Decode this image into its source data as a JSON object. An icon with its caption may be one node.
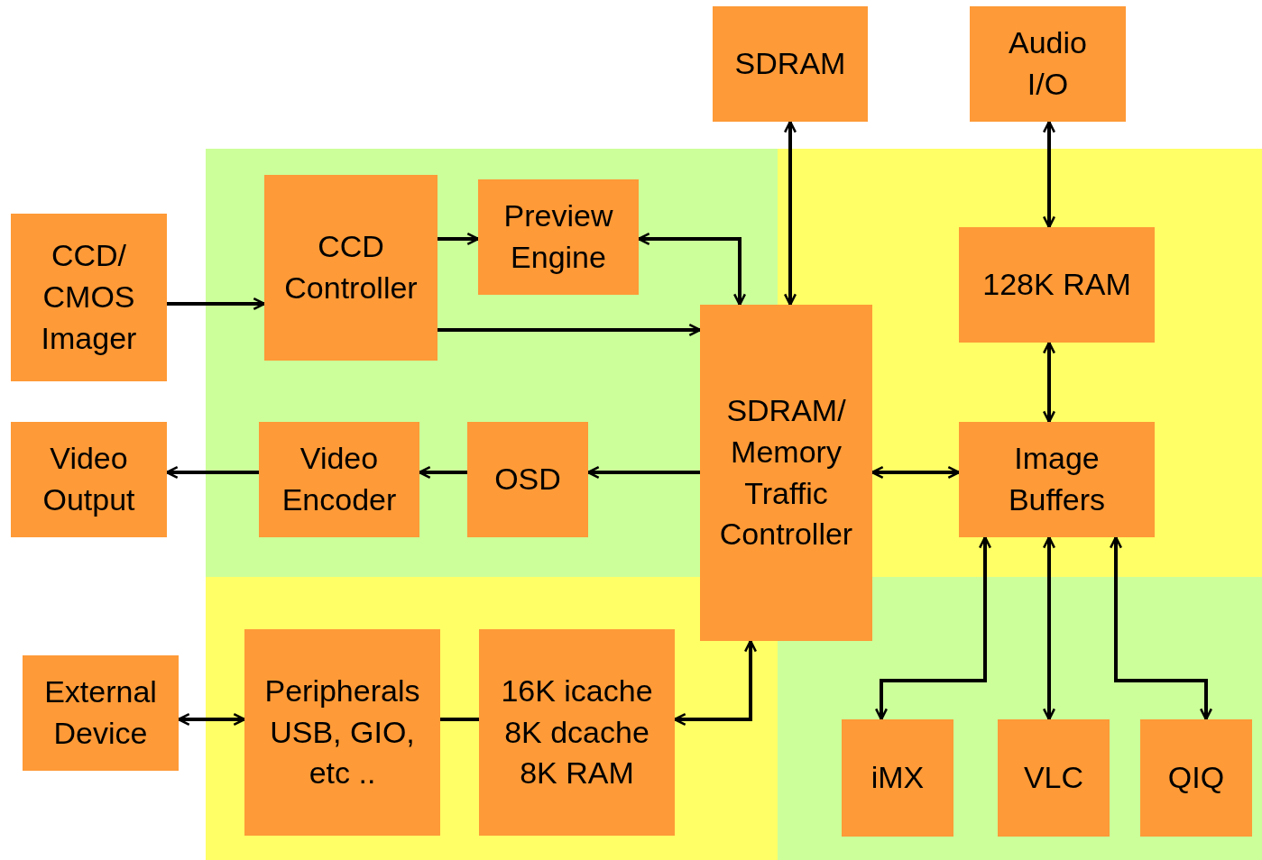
{
  "diagram": {
    "nodes": [
      {
        "text": [
          "SDRAM"
        ]
      },
      {
        "text": [
          "Audio I/O"
        ]
      },
      {
        "text": [
          "CCD/ CMOS Imager"
        ]
      },
      {
        "text": [
          "CCD Controller"
        ]
      },
      {
        "text": [
          "Preview Engine"
        ]
      },
      {
        "text": [
          "128K RAM"
        ]
      },
      {
        "text": [
          "SDRAM/ Memory Traffic Controller"
        ]
      },
      {
        "text": [
          "Video Output"
        ]
      },
      {
        "text": [
          "Video Encoder"
        ]
      },
      {
        "text": [
          "OSD"
        ]
      },
      {
        "text": [
          "Image Buffers"
        ]
      },
      {
        "text": [
          "External Device"
        ]
      },
      {
        "text": [
          "Peripherals USB, GIO, etc .."
        ]
      },
      {
        "text": [
          "16K icache 8K dcache 8K RAM"
        ]
      },
      {
        "text": [
          "iMX"
        ]
      },
      {
        "text": [
          "VLC"
        ]
      },
      {
        "text": [
          "QIQ"
        ]
      }
    ],
    "edges": [
      {
        "from": 2,
        "to": 3,
        "arrow": "to"
      },
      {
        "from": 3,
        "to": 4,
        "arrow": "to"
      },
      {
        "from": 6,
        "to": 4,
        "arrow": "both"
      },
      {
        "from": 3,
        "to": 6,
        "arrow": "to"
      },
      {
        "from": 0,
        "to": 6,
        "arrow": "both"
      },
      {
        "from": 1,
        "to": 5,
        "arrow": "both"
      },
      {
        "from": 5,
        "to": 10,
        "arrow": "both"
      },
      {
        "from": 6,
        "to": 9,
        "arrow": "to"
      },
      {
        "from": 9,
        "to": 8,
        "arrow": "to"
      },
      {
        "from": 8,
        "to": 7,
        "arrow": "to"
      },
      {
        "from": 6,
        "to": 10,
        "arrow": "both"
      },
      {
        "from": 10,
        "to": 14,
        "arrow": "both"
      },
      {
        "from": 10,
        "to": 15,
        "arrow": "both"
      },
      {
        "from": 10,
        "to": 16,
        "arrow": "both"
      },
      {
        "from": 11,
        "to": 12,
        "arrow": "both"
      },
      {
        "from": 12,
        "to": 13,
        "arrow": "none"
      },
      {
        "from": 13,
        "to": 6,
        "arrow": "both"
      }
    ]
  }
}
